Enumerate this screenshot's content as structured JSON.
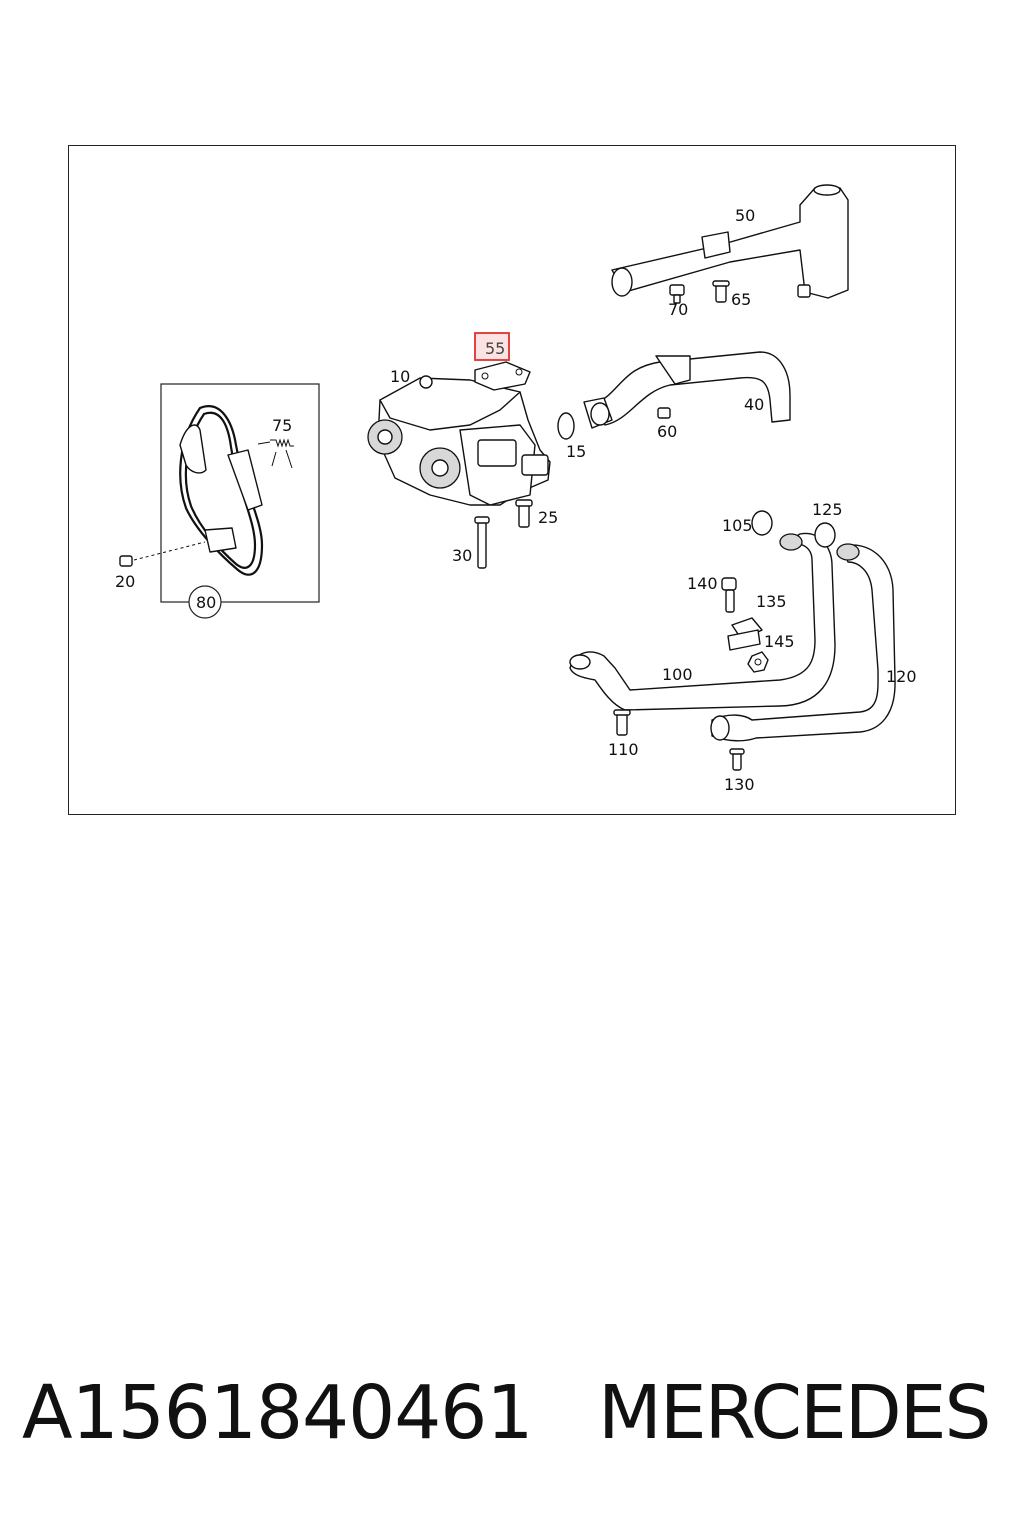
{
  "diagram": {
    "callouts": {
      "c10": "10",
      "c15": "15",
      "c20": "20",
      "c25": "25",
      "c30": "30",
      "c40": "40",
      "c50": "50",
      "c55": "55",
      "c60": "60",
      "c65": "65",
      "c70": "70",
      "c75": "75",
      "c80": "80",
      "c100": "100",
      "c105": "105",
      "c110": "110",
      "c120": "120",
      "c125": "125",
      "c130": "130",
      "c135": "135",
      "c140": "140",
      "c145": "145"
    },
    "highlighted_callout": "55",
    "highlight_color": "#e03030"
  },
  "footer": {
    "part_number": "A1561840461",
    "brand": "MERCEDES"
  }
}
